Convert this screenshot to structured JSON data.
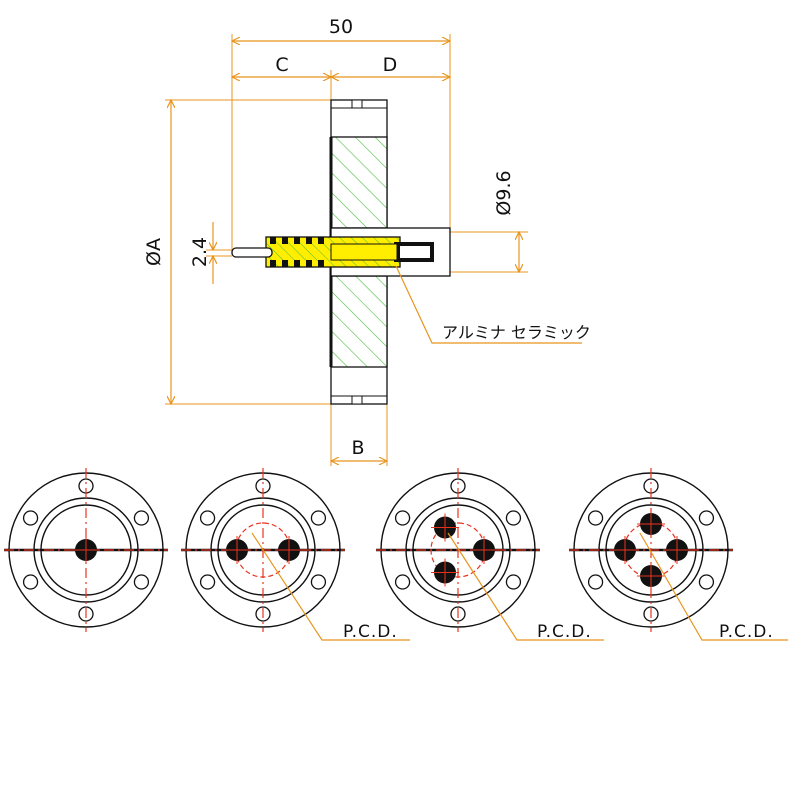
{
  "dimensions": {
    "overall_length": "50",
    "c_label": "C",
    "d_label": "D",
    "flange_diameter": "ØA",
    "pin_diameter": "2.4",
    "sleeve_diameter": "Ø9.6",
    "flange_thickness": "B"
  },
  "annotations": {
    "insulator_material": "アルミナ セラミック",
    "pcd_labels": [
      "P.C.D.",
      "P.C.D.",
      "P.C.D."
    ]
  },
  "colors": {
    "orange": "#e8951e",
    "hatch_green": "#4bbf3f",
    "yellow": "#ffee00",
    "red": "#e8321e",
    "outline": "#111111"
  },
  "front_views": [
    {
      "pins": 1
    },
    {
      "pins": 2
    },
    {
      "pins": 3
    },
    {
      "pins": 4
    }
  ]
}
